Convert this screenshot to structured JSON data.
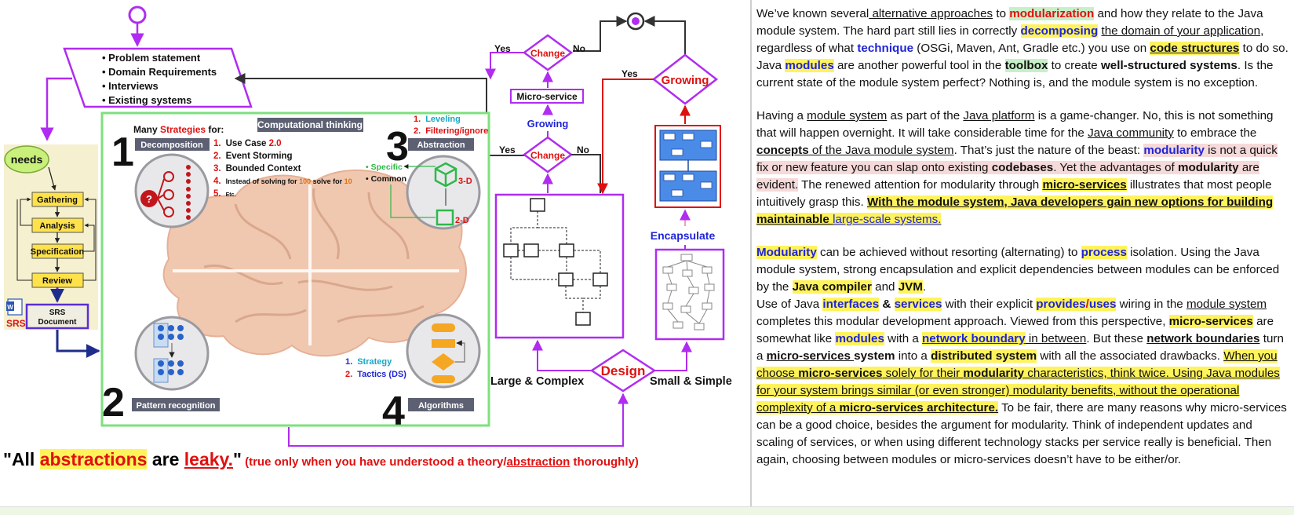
{
  "inputs": {
    "items": [
      "Problem statement",
      "Domain Requirements",
      "Interviews",
      "Existing systems"
    ]
  },
  "srs": {
    "needs": "needs",
    "steps": [
      "Gathering",
      "Analysis",
      "Specification",
      "Review"
    ],
    "doc_line1": "SRS",
    "doc_line2": "Document",
    "icon_label": "SRS"
  },
  "ct": {
    "title": "Computational thinking",
    "num1": "1",
    "num2": "2",
    "num3": "3",
    "num4": "4",
    "many_pre": "Many ",
    "many_hl": "Strategies",
    "many_post": " for:",
    "decomposition": "Decomposition",
    "dec_items": [
      {
        "n": "1.",
        "pre": "Use Case ",
        "hl": "2.0",
        "mid": "",
        "hl2": "",
        "post": ""
      },
      {
        "n": "2.",
        "pre": "Event Storming",
        "hl": "",
        "mid": "",
        "hl2": "",
        "post": ""
      },
      {
        "n": "3.",
        "pre": "Bounded Context",
        "hl": "",
        "mid": "",
        "hl2": "",
        "post": ""
      },
      {
        "n": "4.",
        "pre": "Instead of solving for ",
        "hl": "100",
        "mid": " solve for ",
        "hl2": "10",
        "post": ""
      },
      {
        "n": "5.",
        "pre": "Etc.",
        "hl": "",
        "mid": "",
        "hl2": "",
        "post": ""
      }
    ],
    "abs_list": [
      {
        "n": "1.",
        "text": "Leveling"
      },
      {
        "n": "2.",
        "text": "Filtering/ignore"
      }
    ],
    "abstraction": "Abstraction",
    "specific": "Specific",
    "common": "Common",
    "d3": "3-D",
    "d2": "2-D",
    "pattern": "Pattern recognition",
    "algorithms": "Algorithms",
    "alg_list": [
      {
        "n": "1.",
        "text": "Strategy"
      },
      {
        "n": "2.",
        "text": "Tactics (DS)"
      }
    ]
  },
  "flow": {
    "yes": "Yes",
    "no": "No",
    "change": "Change",
    "growing": "Growing",
    "micro_service": "Micro-service",
    "encapsulate": "Encapsulate",
    "design": "Design",
    "large": "Large & Complex",
    "small": "Small & Simple"
  },
  "quote": {
    "q_open": "\"All ",
    "q_abs": "abstractions",
    "q_are": " are ",
    "q_leaky": "leaky.",
    "q_close": "\"",
    "note_pre": " (true only when you have understood a theory/",
    "note_u": "abstraction",
    "note_post": " thoroughly)"
  },
  "colors": {
    "purple": "#b02cf0",
    "green_box": "#7ee07e",
    "red": "#e01010",
    "blue": "#1f24d8",
    "yellow": "#fff35c",
    "module_blue": "#4a8be8"
  },
  "text": {
    "p1": [
      {
        "t": "We’ve known several"
      },
      {
        "t": " alternative approaches",
        "c": "u"
      },
      {
        "t": " to "
      },
      {
        "t": "modularization",
        "c": "b red hg"
      },
      {
        "t": " and how they relate to the Java module system. The hard part still lies in correctly "
      },
      {
        "t": "decomposing",
        "c": "b blue hy"
      },
      {
        "t": " "
      },
      {
        "t": "the domain of your application",
        "c": "u"
      },
      {
        "t": ", regardless of what "
      },
      {
        "t": "technique",
        "c": "b blue"
      },
      {
        "t": " (OSGi, Maven, Ant, Gradle etc.) you use on "
      },
      {
        "t": "code structures",
        "c": "b u hy"
      },
      {
        "t": " to do so. Java "
      },
      {
        "t": "modules",
        "c": "b blue hy"
      },
      {
        "t": " are another powerful tool in the "
      },
      {
        "t": "toolbox",
        "c": "b hg"
      },
      {
        "t": " to create "
      },
      {
        "t": "well-structured systems",
        "c": "b"
      },
      {
        "t": ". Is the current state of the module system perfect? Nothing is, and the module system is no exception."
      }
    ],
    "p2": [
      {
        "t": "Having a "
      },
      {
        "t": "module system",
        "c": "u"
      },
      {
        "t": " as part of the "
      },
      {
        "t": "Java platform",
        "c": "u"
      },
      {
        "t": " is a game-changer. No, this is not something that will happen overnight. It will take considerable time for the "
      },
      {
        "t": "Java community",
        "c": "u"
      },
      {
        "t": " to embrace the "
      },
      {
        "t": "concepts",
        "c": "b u"
      },
      {
        "t": " of the Java module system",
        "c": "u"
      },
      {
        "t": ". That’s just the nature of the beast: "
      },
      {
        "t": "modularity",
        "c": "b blue hp"
      },
      {
        "t": " is not a quick fix or new feature you can slap onto existing ",
        "c": "hp"
      },
      {
        "t": "codebases",
        "c": "b hp"
      },
      {
        "t": ". Yet the advantages of ",
        "c": "hp"
      },
      {
        "t": "modularity",
        "c": "b hp"
      },
      {
        "t": " are evident.",
        "c": "hp"
      },
      {
        "t": " The renewed attention for modularity through "
      },
      {
        "t": "micro-services",
        "c": "b u hy"
      },
      {
        "t": " illustrates that most people intuitively grasp this. "
      },
      {
        "t": "With the module system, Java developers gain new options for building maintainable ",
        "c": "b u hy"
      },
      {
        "t": "large-scale systems.",
        "c": "blue u hy"
      }
    ],
    "p3": [
      {
        "t": "Modularity",
        "c": "b blue hy"
      },
      {
        "t": " can be achieved without resorting (alternating) to "
      },
      {
        "t": "process",
        "c": "b blue hy"
      },
      {
        "t": " isolation.  Using the Java module system, strong encapsulation and explicit dependencies between modules can be enforced by the "
      },
      {
        "t": "Java compiler",
        "c": "b hy"
      },
      {
        "t": " and "
      },
      {
        "t": "JVM",
        "c": "b hy"
      },
      {
        "t": "."
      }
    ],
    "p4": [
      {
        "t": "Use of Java "
      },
      {
        "t": "interfaces",
        "c": "b blue hy"
      },
      {
        "t": " & ",
        "c": "b"
      },
      {
        "t": "services",
        "c": "b blue hy"
      },
      {
        "t": " with their explicit "
      },
      {
        "t": "provides",
        "c": "b blue hy"
      },
      {
        "t": "/",
        "c": "b red hy"
      },
      {
        "t": "uses",
        "c": "b blue hy"
      },
      {
        "t": " wiring in the "
      },
      {
        "t": "module system",
        "c": "u"
      },
      {
        "t": " completes this modular development approach. Viewed from this perspective, "
      },
      {
        "t": "micro-services",
        "c": "b hy"
      },
      {
        "t": " are somewhat like "
      },
      {
        "t": "modules",
        "c": "b blue hy"
      },
      {
        "t": " with a "
      },
      {
        "t": "network boundary",
        "c": "b blue u hy"
      },
      {
        "t": " in between",
        "c": "u"
      },
      {
        "t": ". But these "
      },
      {
        "t": "network boundaries",
        "c": "b u"
      },
      {
        "t": " turn a "
      },
      {
        "t": "micro-services ",
        "c": "b u"
      },
      {
        "t": "system",
        "c": "b"
      },
      {
        "t": " into a "
      },
      {
        "t": "distributed system",
        "c": "b hy"
      },
      {
        "t": " with all the associated drawbacks. "
      },
      {
        "t": "When you choose ",
        "c": "u hy"
      },
      {
        "t": "micro-services",
        "c": "b u hy"
      },
      {
        "t": " solely for their ",
        "c": "u hy"
      },
      {
        "t": "modularity",
        "c": "b u hy"
      },
      {
        "t": " characteristics, think twice. Using Java modules for your system brings similar (or even stronger) modularity benefits, without the operational complexity of a ",
        "c": "u hy"
      },
      {
        "t": "micro-services architecture.",
        "c": "b u hy"
      },
      {
        "t": " To be fair, there are many reasons why micro-services can be a good choice, besides the argument for modularity. Think of independent updates and scaling of services, or when using different technology stacks per service really is beneficial. Then again, choosing between modules or micro-services doesn’t have to be either/or."
      }
    ]
  }
}
